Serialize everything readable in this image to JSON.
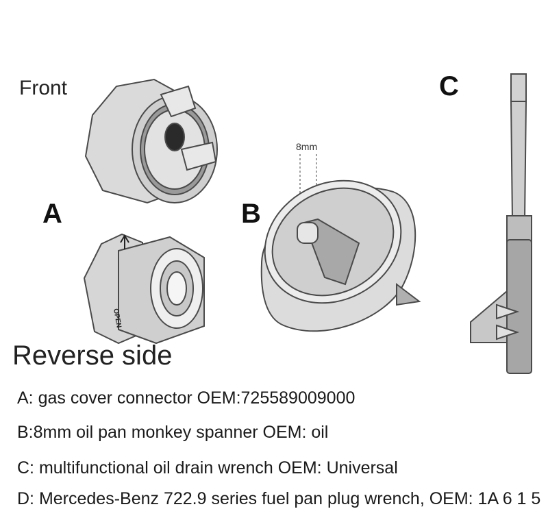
{
  "captions": {
    "front": "Front",
    "reverse": "Reverse side"
  },
  "letters": {
    "a": "A",
    "b": "B",
    "c": "C"
  },
  "measure_label": "8mm",
  "open_mark": "OPEN",
  "descriptions": [
    "A: gas cover connector OEM:725589009000",
    "B:8mm oil pan monkey spanner OEM: oil",
    "C: multifunctional oil drain wrench OEM: Universal",
    "D: Mercedes-Benz 722.9 series fuel pan plug wrench, OEM: 1A 6 1 5"
  ],
  "colors": {
    "part_fill": "#d9d9d9",
    "part_dark": "#9a9a9a",
    "outline": "#4a4a4a"
  }
}
